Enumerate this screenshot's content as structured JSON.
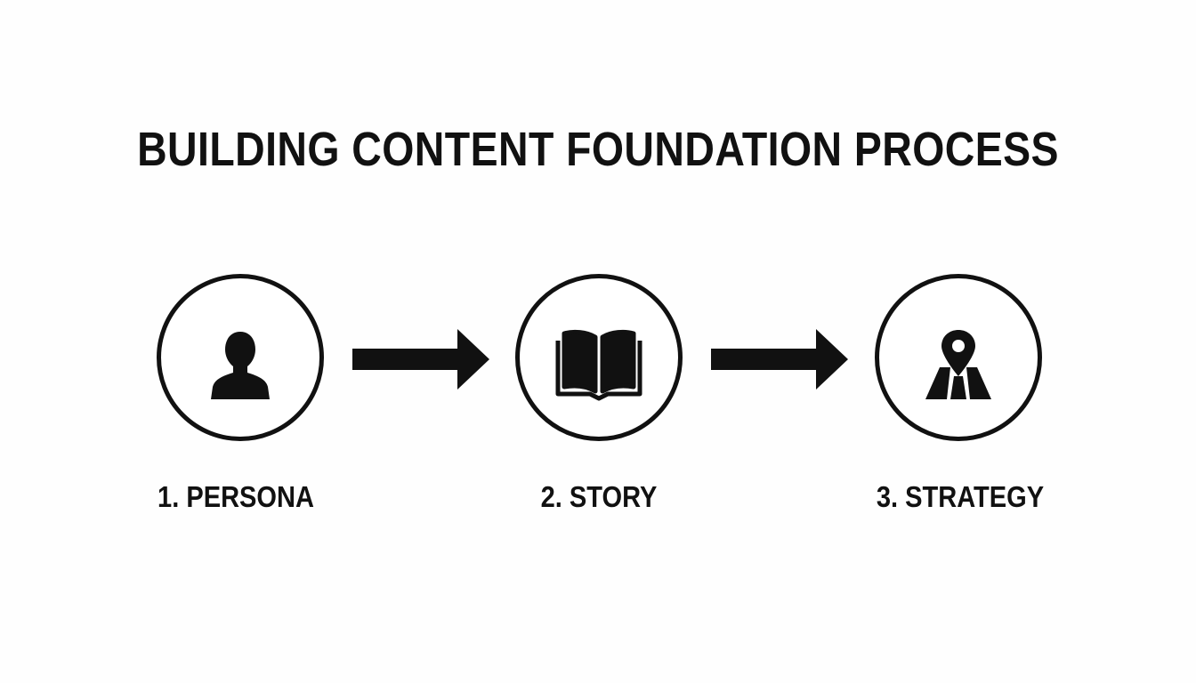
{
  "title": "BUILDING CONTENT FOUNDATION PROCESS",
  "steps": [
    {
      "label": "1. PERSONA",
      "icon": "person-icon"
    },
    {
      "label": "2. STORY",
      "icon": "open-book-icon"
    },
    {
      "label": "3. STRATEGY",
      "icon": "map-pin-icon"
    }
  ],
  "colors": {
    "ink": "#111111",
    "background": "#fefefe"
  }
}
